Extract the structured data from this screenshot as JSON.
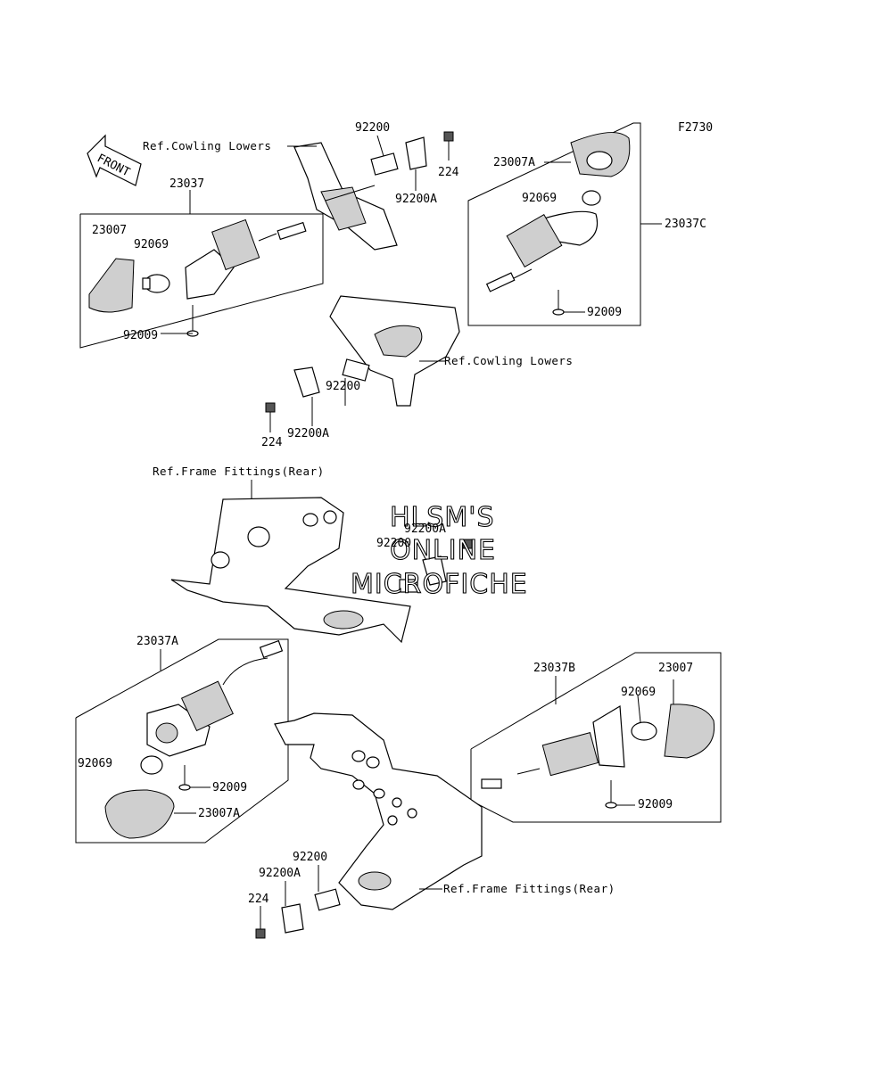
{
  "figure_id": "F2730",
  "front_arrow_label": "FRONT",
  "watermark": [
    "HLSM'S",
    "ONLINE",
    "MICROFICHE"
  ],
  "refs": {
    "cowling_lowers": "Ref.Cowling Lowers",
    "frame_fittings_rear": "Ref.Frame Fittings(Rear)"
  },
  "parts": {
    "front_left_assembly": "23037",
    "front_left_lens": "23007",
    "front_left_bulb": "92069",
    "front_left_screw": "92009",
    "front_right_assembly": "23037C",
    "front_right_lens": "23007A",
    "front_right_bulb": "92069",
    "front_right_screw": "92009",
    "front_top_plate": "92200",
    "front_top_clip": "92200A",
    "front_top_bolt": "224",
    "front_mid_plate": "92200",
    "front_mid_clip": "92200A",
    "front_mid_bolt": "224",
    "rear_mid_clip": "92200A",
    "rear_mid_plate": "92200",
    "rear_left_assembly": "23037A",
    "rear_left_bulb": "92069",
    "rear_left_screw": "92009",
    "rear_left_lens": "23007A",
    "rear_right_assembly": "23037B",
    "rear_right_lens": "23007",
    "rear_right_bulb": "92069",
    "rear_right_screw": "92009",
    "rear_bottom_plate": "92200",
    "rear_bottom_clip": "92200A",
    "rear_bottom_bolt": "224"
  }
}
